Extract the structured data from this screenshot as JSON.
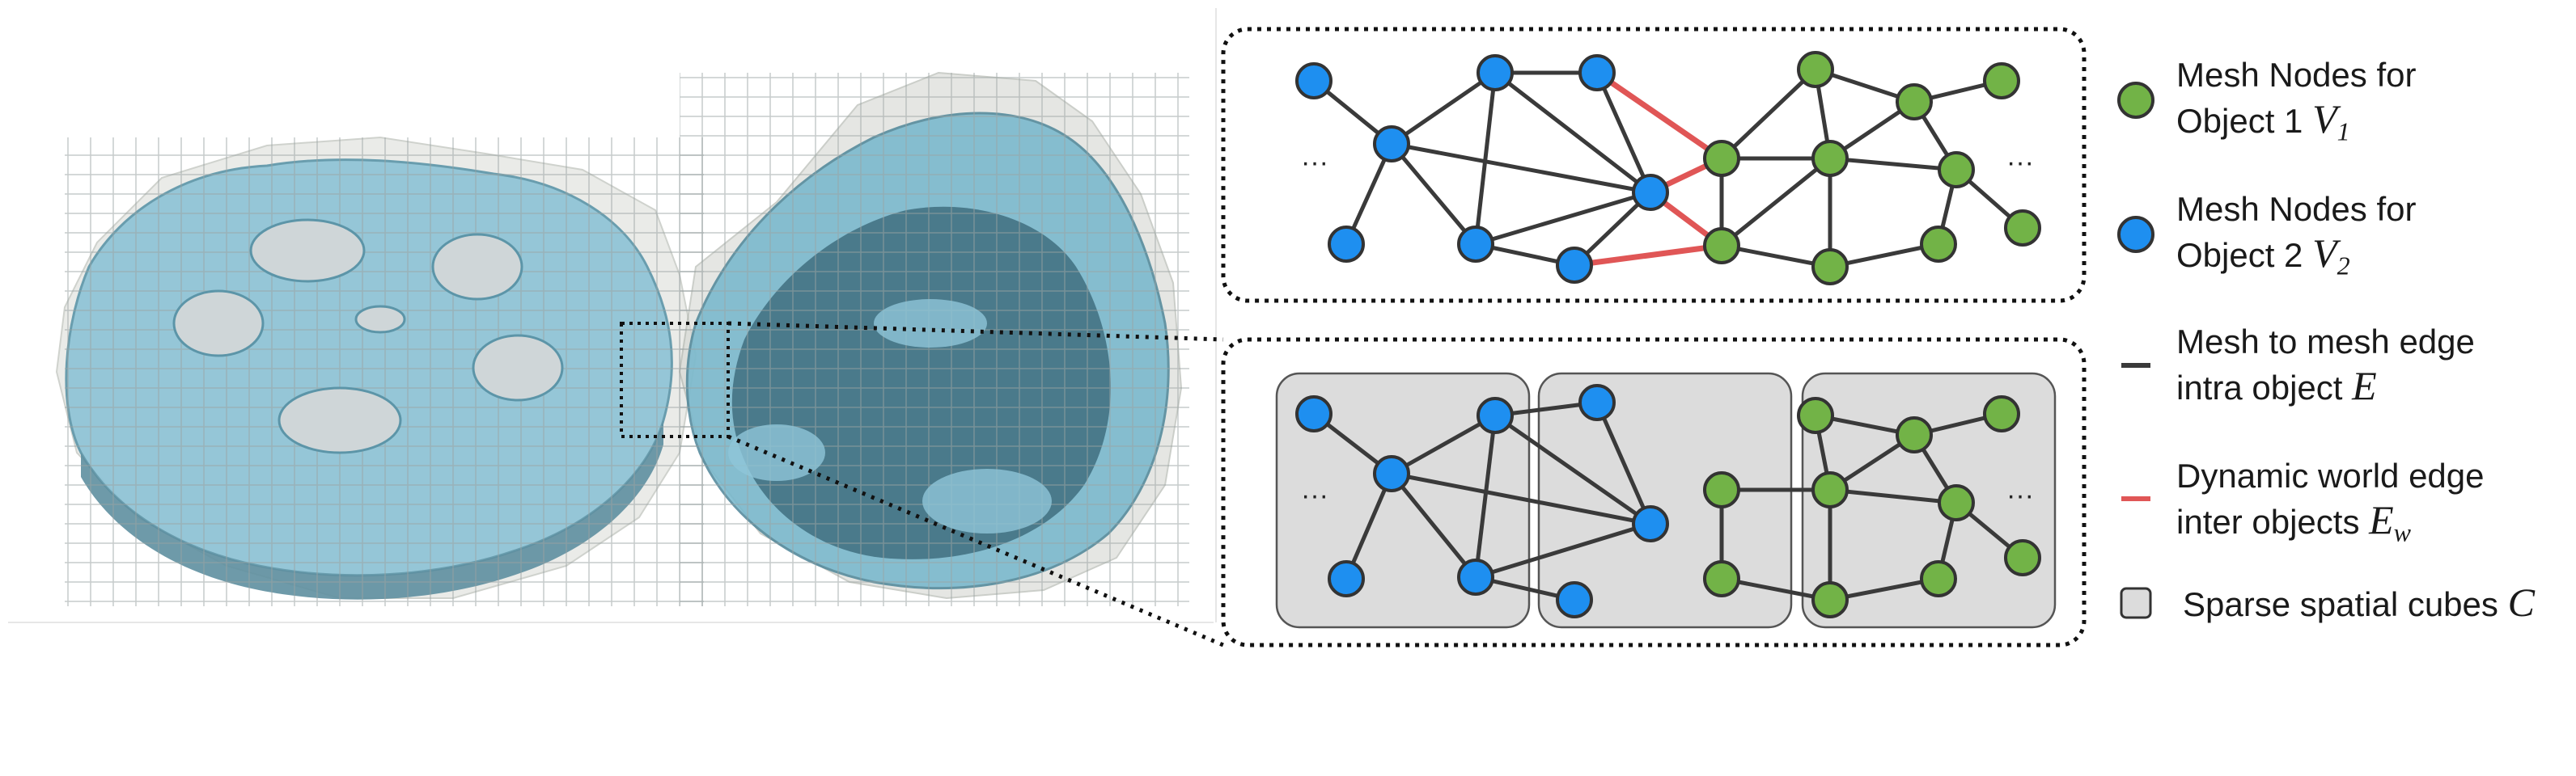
{
  "colors": {
    "object1_node": "#72b347",
    "object2_node": "#1e8ff0",
    "intra_edge": "#3a3a3a",
    "inter_edge": "#e05656",
    "cube_fill": "#dcdcdc",
    "mesh_fill": "#8cc3d6"
  },
  "graph_top": {
    "ellipsis_left": "···",
    "ellipsis_right": "···"
  },
  "graph_bottom": {
    "ellipsis_left": "···",
    "ellipsis_right": "···"
  },
  "legend": {
    "object1": {
      "line1": "Mesh Nodes for",
      "line2": "Object 1",
      "symbol": "V",
      "sub": "1"
    },
    "object2": {
      "line1": "Mesh Nodes for",
      "line2": "Object 2",
      "symbol": "V",
      "sub": "2"
    },
    "intra": {
      "line1": "Mesh to mesh edge",
      "line2": "intra object",
      "symbol": "E"
    },
    "inter": {
      "line1": "Dynamic world edge",
      "line2": "inter objects",
      "symbol": "E",
      "sub": "w"
    },
    "cubes": {
      "line1": "Sparse spatial cubes",
      "symbol": "C"
    }
  }
}
